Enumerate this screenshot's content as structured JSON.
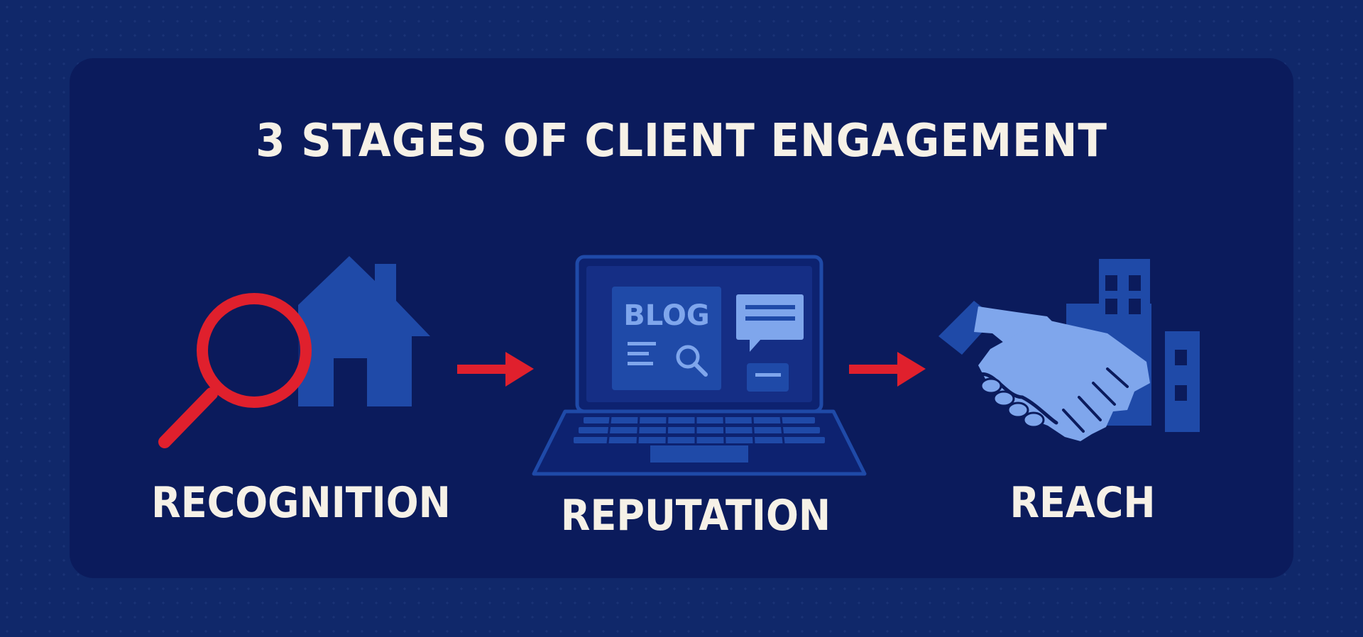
{
  "title": "3 STAGES OF CLIENT ENGAGEMENT",
  "stages": [
    {
      "label": "RECOGNITION",
      "icon": "magnifier-house-icon"
    },
    {
      "label": "REPUTATION",
      "icon": "laptop-blog-icon",
      "screen_text": "BLOG"
    },
    {
      "label": "REACH",
      "icon": "handshake-buildings-icon"
    }
  ],
  "colors": {
    "background": "#10286a",
    "panel": "#0b1b5c",
    "text": "#f6f1e7",
    "accent_red": "#e0202d",
    "icon_blue": "#1f4aa8",
    "icon_light_blue": "#7fa6ec"
  }
}
